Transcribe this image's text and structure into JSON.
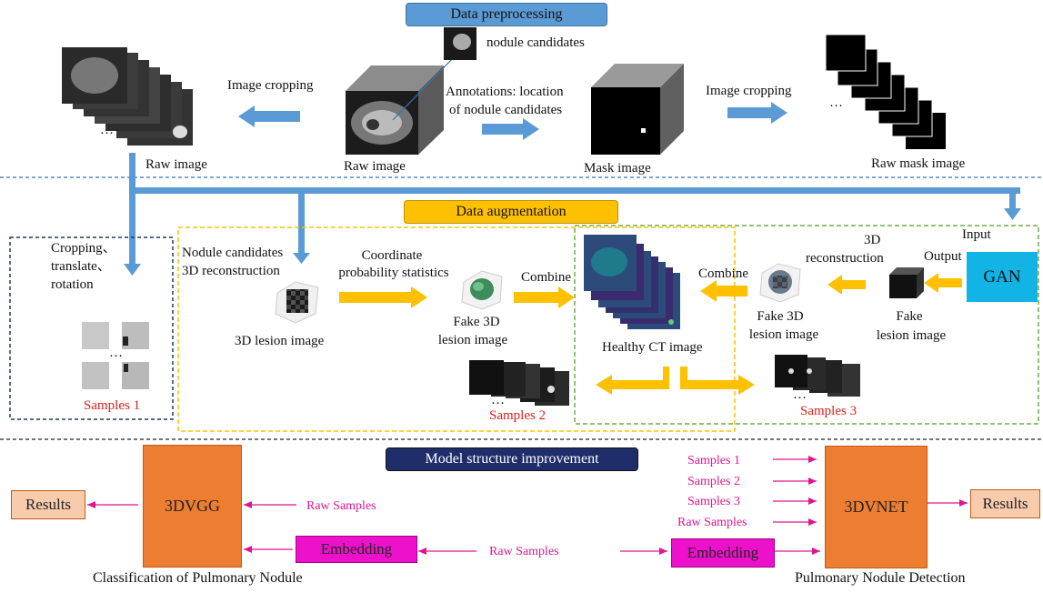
{
  "sections": {
    "preprocessing_title": "Data preprocessing",
    "augmentation_title": "Data augmentation",
    "model_title": "Model structure improvement"
  },
  "preprocessing": {
    "image_cropping_left": "Image cropping",
    "raw_image_left": "Raw image",
    "raw_image_center": "Raw image",
    "nodule_candidates": "nodule candidates",
    "annotations_line1": "Annotations: location",
    "annotations_line2": "of  nodule candidates",
    "mask_image": "Mask image",
    "image_cropping_right": "Image cropping",
    "raw_mask_image": "Raw mask image",
    "ellipsis_left": "…",
    "ellipsis_right": "…"
  },
  "augmentation": {
    "cropping_line1": "Cropping、",
    "cropping_line2": "translate、",
    "cropping_line3": "rotation",
    "samples1": "Samples 1",
    "nodule_line1": "Nodule candidates",
    "nodule_line2": "3D reconstruction",
    "lesion_3d": "3D lesion image",
    "coord_line1": "Coordinate",
    "coord_line2": "probability statistics",
    "fake3d_left_line1": "Fake 3D",
    "fake3d_left_line2": "lesion image",
    "combine_left": "Combine",
    "healthy_ct": "Healthy CT image",
    "samples2": "Samples 2",
    "combine_right": "Combine",
    "recon_line1": "3D",
    "recon_line2": "reconstruction",
    "input": "Input",
    "output": "Output",
    "gan": "GAN",
    "fake3d_right_line1": "Fake 3D",
    "fake3d_right_line2": "lesion image",
    "fake_line1": "Fake",
    "fake_line2": "lesion image",
    "samples3": "Samples 3",
    "ellipsis": "…"
  },
  "model": {
    "results_left": "Results",
    "vgg": "3DVGG",
    "raw_samples_left": "Raw Samples",
    "embedding_left": "Embedding",
    "raw_samples_middle": "Raw Samples",
    "classification": "Classification of Pulmonary Nodule",
    "samples1": "Samples 1",
    "samples2": "Samples 2",
    "samples3": "Samples 3",
    "raw_samples_right": "Raw Samples",
    "embedding_right": "Embedding",
    "vnet": "3DVNET",
    "results_right": "Results",
    "detection": "Pulmonary Nodule Detection"
  },
  "colors": {
    "blue_arrow": "#5b9bd5",
    "yellow_arrow": "#ffc000",
    "magenta": "#ee11cc",
    "orange_box": "#ed7d31",
    "red_text": "#e0201b",
    "navy_banner": "#1f2d6b",
    "gan_box": "#12b4e6"
  }
}
